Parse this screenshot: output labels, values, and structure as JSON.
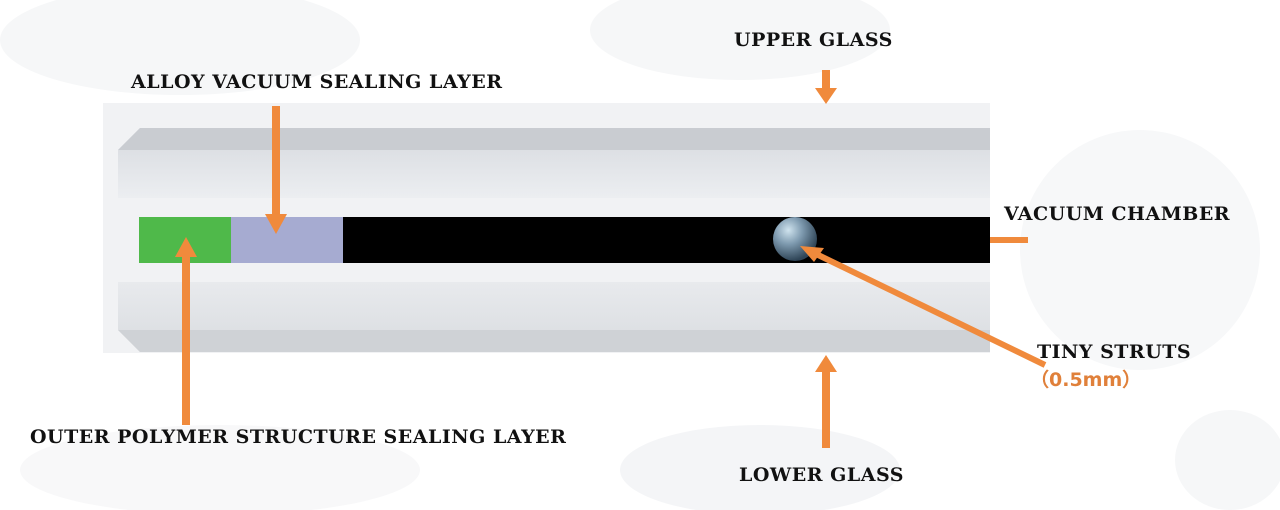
{
  "labels": {
    "upper_glass": "UPPER GLASS",
    "alloy_layer": "ALLOY VACUUM SEALING LAYER",
    "vacuum_chamber": "VACUUM CHAMBER",
    "tiny_struts": "TINY STRUTS",
    "tiny_struts_size": "（0.5mm）",
    "outer_polymer": "OUTER POLYMER STRUCTURE SEALING LAYER",
    "lower_glass": "LOWER GLASS"
  },
  "colors": {
    "arrow": "#f08a3c",
    "polymer_layer": "#4fb94a",
    "alloy_layer": "#a6abd1",
    "vacuum_chamber": "#000000",
    "glass": "#e4e6ea",
    "size_text": "#e0803a"
  }
}
